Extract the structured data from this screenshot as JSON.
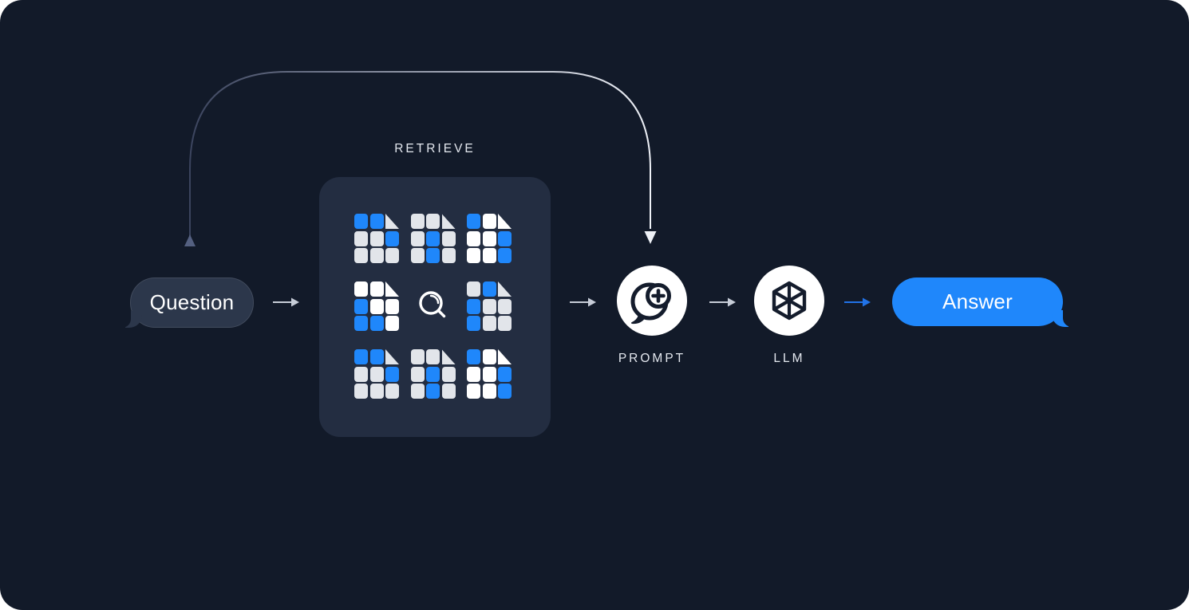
{
  "diagram_title": "retrieval-augmented-generation-flow",
  "colors": {
    "canvas_background": "#121a29",
    "outer_background": "#ffffff",
    "retrieve_box": "#232d41",
    "question_bubble": "#2c374b",
    "accent_blue": "#1f87fb",
    "doc_cell_gray": "#e2e5ea",
    "doc_cell_white": "#ffffff",
    "label_text": "#e4e8ef",
    "arrow_gray": "#c7cdd8",
    "arrow_blue": "#2173e8",
    "icon_stroke": "#141c2c",
    "connector_gradient_start": "#3b445e",
    "connector_gradient_end": "#eef1f7"
  },
  "icons": {
    "retrieve_center": "magnifier-icon",
    "prompt": "chat-bubble-plus-icon",
    "llm": "wireframe-cube-icon",
    "flow": "right-arrow-icon",
    "connector_start": "up-triangle-arrowhead",
    "connector_end": "down-triangle-arrowhead"
  },
  "nodes": {
    "question": {
      "label": "Question"
    },
    "retrieve": {
      "label": "RETRIEVE",
      "documents": [
        {
          "position": "top-left",
          "cells": [
            "b",
            "b",
            "fg",
            "g",
            "g",
            "b",
            "g",
            "g",
            "g"
          ]
        },
        {
          "position": "top-center",
          "cells": [
            "g",
            "g",
            "fg",
            "g",
            "b",
            "g",
            "g",
            "b",
            "g"
          ]
        },
        {
          "position": "top-right",
          "cells": [
            "b",
            "w",
            "fw",
            "w",
            "w",
            "b",
            "w",
            "w",
            "b"
          ]
        },
        {
          "position": "middle-left",
          "cells": [
            "w",
            "w",
            "fw",
            "b",
            "w",
            "w",
            "b",
            "b",
            "w"
          ]
        },
        {
          "position": "middle-right",
          "cells": [
            "g",
            "b",
            "fg",
            "b",
            "g",
            "g",
            "b",
            "g",
            "g"
          ]
        },
        {
          "position": "bottom-left",
          "cells": [
            "b",
            "b",
            "fg",
            "g",
            "g",
            "b",
            "g",
            "g",
            "g"
          ]
        },
        {
          "position": "bottom-center",
          "cells": [
            "g",
            "g",
            "fg",
            "g",
            "b",
            "g",
            "g",
            "b",
            "g"
          ]
        },
        {
          "position": "bottom-right",
          "cells": [
            "b",
            "w",
            "fw",
            "w",
            "w",
            "b",
            "w",
            "w",
            "b"
          ]
        }
      ],
      "cell_legend": {
        "b": "blue",
        "g": "gray",
        "w": "white",
        "fg": "folded-corner-gray",
        "fw": "folded-corner-white"
      }
    },
    "prompt": {
      "label": "PROMPT"
    },
    "llm": {
      "label": "LLM"
    },
    "answer": {
      "label": "Answer"
    }
  },
  "edges": [
    {
      "from": "question",
      "to": "retrieve",
      "style": "gray-arrow"
    },
    {
      "from": "retrieve",
      "to": "prompt",
      "style": "gray-arrow"
    },
    {
      "from": "prompt",
      "to": "llm",
      "style": "gray-arrow"
    },
    {
      "from": "llm",
      "to": "answer",
      "style": "blue-arrow"
    },
    {
      "from": "question",
      "to": "prompt",
      "style": "curved-gradient-arrow"
    }
  ]
}
